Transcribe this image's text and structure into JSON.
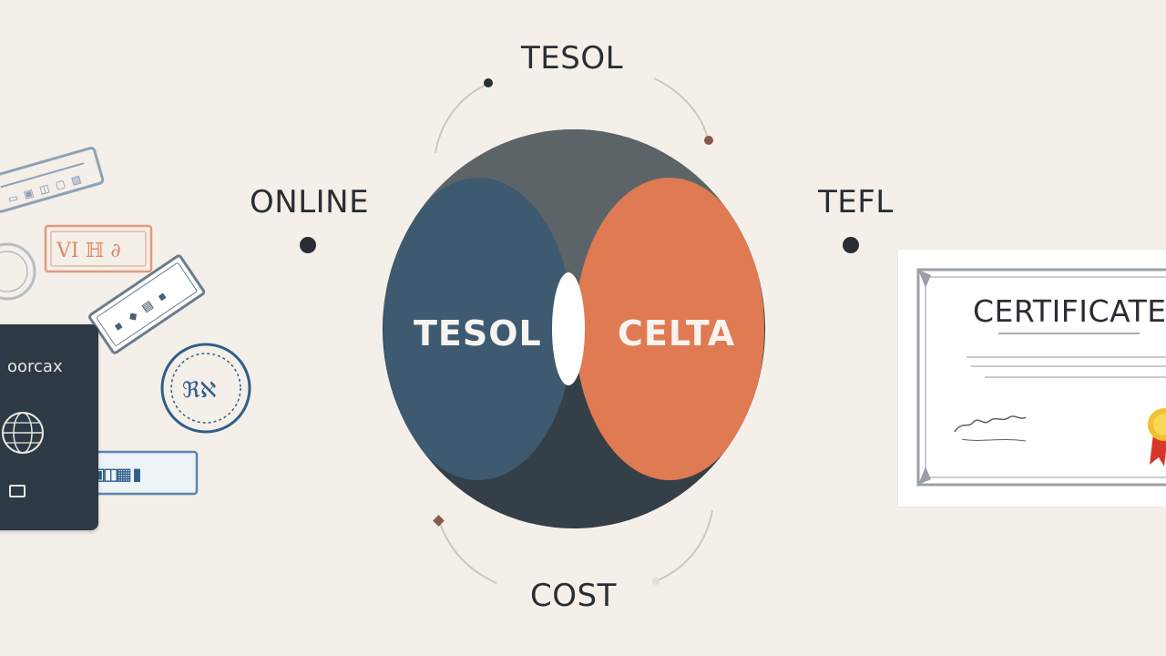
{
  "labels": {
    "top": "TESOL",
    "left": "ONLINE",
    "right": "TEFL",
    "bottom": "COST"
  },
  "circles": {
    "left": "TESOL",
    "right": "CELTA"
  },
  "passport": {
    "title": "oorcax"
  },
  "certificate": {
    "title": "CERTIFICATE"
  },
  "colors": {
    "background": "#f4efe9",
    "outer_top": "#5d6468",
    "outer_bottom": "#353f47",
    "left_circle": "#3d5a70",
    "right_circle": "#e07a52",
    "text_dark": "#2a2e33",
    "passport": "#2d3a45"
  },
  "icons": [
    "passport-icon",
    "globe-icon",
    "stamp-icon",
    "certificate-icon",
    "seal-ribbon-icon"
  ]
}
